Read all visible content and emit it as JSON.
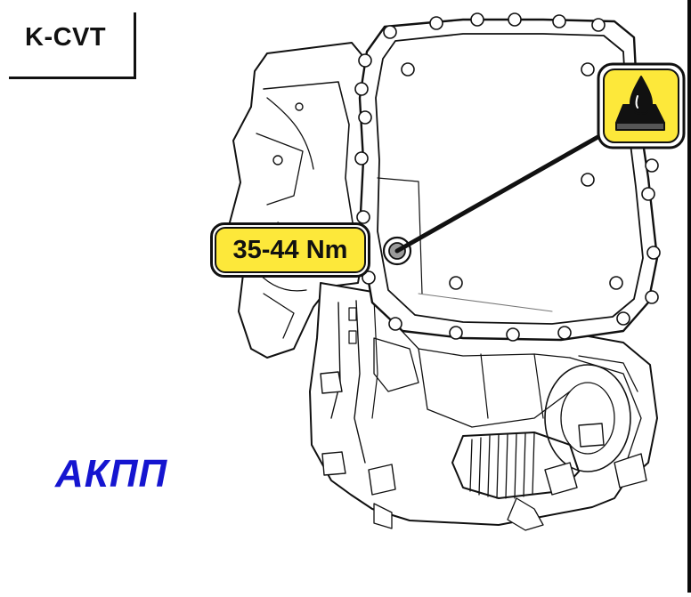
{
  "diagram": {
    "model_code": "K-CVT",
    "torque_value": "35-44 Nm",
    "section_label": "АКПП",
    "icons": [
      "transmission-fluid-drop-icon"
    ],
    "colors": {
      "callout_fill": "#fde83a",
      "label_blue": "#1515d0",
      "line": "#111111"
    }
  }
}
